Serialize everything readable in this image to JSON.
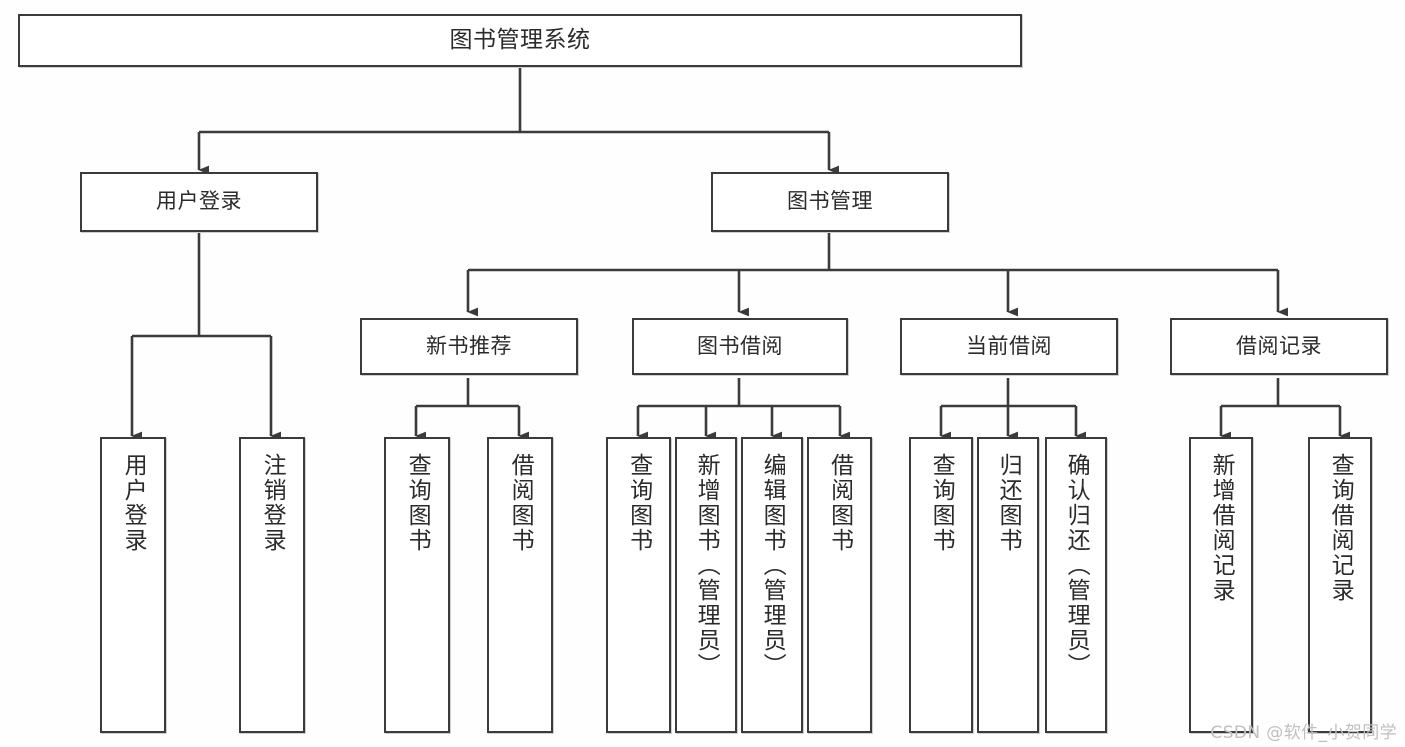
{
  "diagram": {
    "title": "图书管理系统",
    "type": "tree-hierarchy",
    "watermark": "CSDN @软件_小贺同学",
    "colors": {
      "background": "#fefefe",
      "node_fill": "#ffffff",
      "node_border": "#3b3b3b",
      "edge": "#3b3b3b",
      "text": "#2b2b2b",
      "watermark": "#bfbfbf"
    },
    "nodes": {
      "root": {
        "label": "图书管理系统"
      },
      "level1": [
        {
          "id": "user-login",
          "label": "用户登录"
        },
        {
          "id": "book-manage",
          "label": "图书管理"
        }
      ],
      "level2": [
        {
          "id": "new-book-rec",
          "label": "新书推荐"
        },
        {
          "id": "book-borrow",
          "label": "图书借阅"
        },
        {
          "id": "current-borrow",
          "label": "当前借阅"
        },
        {
          "id": "borrow-record",
          "label": "借阅记录"
        }
      ],
      "leaves": {
        "user_login": [
          {
            "id": "leaf-user-login",
            "label": "用户登录"
          },
          {
            "id": "leaf-logout",
            "label": "注销登录"
          }
        ],
        "new_book_rec": [
          {
            "id": "leaf-query-book-1",
            "label": "查询图书"
          },
          {
            "id": "leaf-borrow-book-1",
            "label": "借阅图书"
          }
        ],
        "book_borrow": [
          {
            "id": "leaf-query-book-2",
            "label": "查询图书"
          },
          {
            "id": "leaf-add-book",
            "label": "新增图书（管理员）"
          },
          {
            "id": "leaf-edit-book",
            "label": "编辑图书（管理员）"
          },
          {
            "id": "leaf-borrow-book-2",
            "label": "借阅图书"
          }
        ],
        "current_borrow": [
          {
            "id": "leaf-query-book-3",
            "label": "查询图书"
          },
          {
            "id": "leaf-return-book",
            "label": "归还图书"
          },
          {
            "id": "leaf-confirm-return",
            "label": "确认归还（管理员）"
          }
        ],
        "borrow_record": [
          {
            "id": "leaf-add-record",
            "label": "新增借阅记录"
          },
          {
            "id": "leaf-query-record",
            "label": "查询借阅记录"
          }
        ]
      }
    },
    "edges": [
      {
        "from": "图书管理系统",
        "to": "用户登录"
      },
      {
        "from": "图书管理系统",
        "to": "图书管理"
      },
      {
        "from": "图书管理",
        "to": "新书推荐"
      },
      {
        "from": "图书管理",
        "to": "图书借阅"
      },
      {
        "from": "图书管理",
        "to": "当前借阅"
      },
      {
        "from": "图书管理",
        "to": "借阅记录"
      },
      {
        "from": "用户登录",
        "to": "用户登录"
      },
      {
        "from": "用户登录",
        "to": "注销登录"
      },
      {
        "from": "新书推荐",
        "to": "查询图书"
      },
      {
        "from": "新书推荐",
        "to": "借阅图书"
      },
      {
        "from": "图书借阅",
        "to": "查询图书"
      },
      {
        "from": "图书借阅",
        "to": "新增图书（管理员）"
      },
      {
        "from": "图书借阅",
        "to": "编辑图书（管理员）"
      },
      {
        "from": "图书借阅",
        "to": "借阅图书"
      },
      {
        "from": "当前借阅",
        "to": "查询图书"
      },
      {
        "from": "当前借阅",
        "to": "归还图书"
      },
      {
        "from": "当前借阅",
        "to": "确认归还（管理员）"
      },
      {
        "from": "借阅记录",
        "to": "新增借阅记录"
      },
      {
        "from": "借阅记录",
        "to": "查询借阅记录"
      }
    ]
  }
}
